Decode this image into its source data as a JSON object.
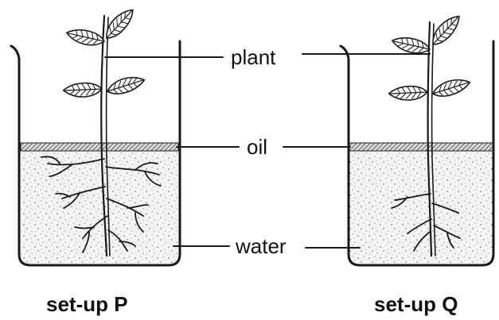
{
  "labels": {
    "plant": "plant",
    "oil": "oil",
    "water": "water"
  },
  "captions": {
    "setup_p": "set-up P",
    "setup_q": "set-up Q"
  }
}
